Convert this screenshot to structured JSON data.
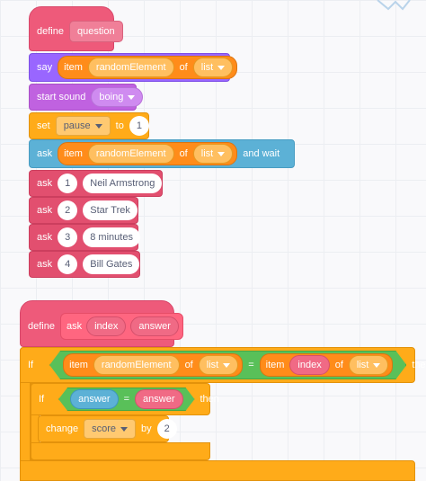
{
  "script1": {
    "define": "define",
    "proc_name": "question",
    "say": "say",
    "item": "item",
    "randomElement": "randomElement",
    "of": "of",
    "list": "list",
    "start_sound": "start sound",
    "sound": "boing",
    "set": "set",
    "effect": "pause",
    "to": "to",
    "set_value": "1",
    "ask": "ask",
    "and_wait": "and wait",
    "asks": [
      {
        "num": "1",
        "text": "Neil Armstrong"
      },
      {
        "num": "2",
        "text": "Star Trek"
      },
      {
        "num": "3",
        "text": "8 minutes"
      },
      {
        "num": "4",
        "text": "Bill Gates"
      }
    ]
  },
  "script2": {
    "define": "define",
    "ask": "ask",
    "index": "index",
    "answer": "answer",
    "if": "If",
    "then": "then",
    "item": "item",
    "randomElement": "randomElement",
    "of": "of",
    "list": "list",
    "equals": "=",
    "if2": "If",
    "answer_var": "answer",
    "then2": "then",
    "change": "change",
    "score": "score",
    "by": "by",
    "by_value": "2"
  },
  "colors": {
    "my_blocks": "#ee5a7a",
    "looks": "#9966ff",
    "sound": "#c062e0",
    "control": "#ffab19",
    "sensing": "#5cb1d6",
    "operators": "#59c059",
    "variables": "#ff8c1a"
  }
}
